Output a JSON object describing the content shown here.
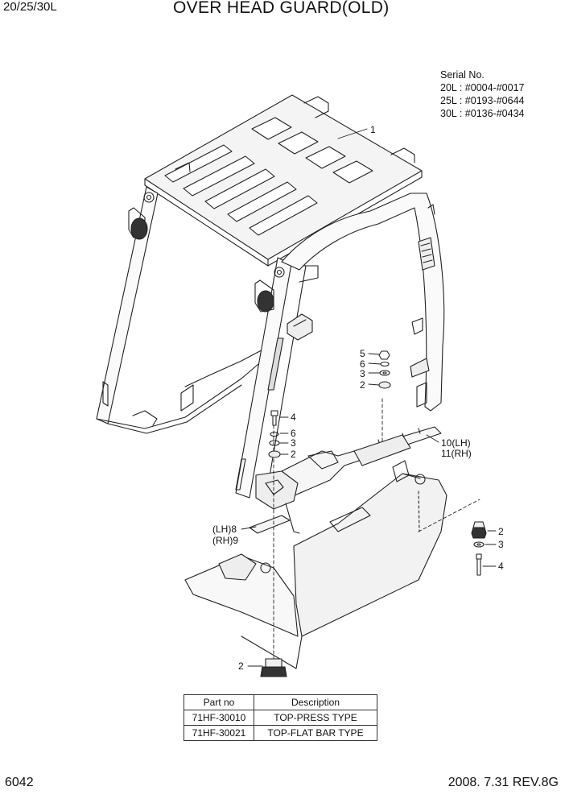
{
  "header": {
    "model": "20/25/30L",
    "title": "OVER HEAD GUARD(OLD)"
  },
  "serial": {
    "heading": "Serial No.",
    "ranges": [
      "20L : #0004-#0017",
      "25L : #0193-#0644",
      "30L : #0136-#0434"
    ]
  },
  "callouts": {
    "c1": "1",
    "c5": "5",
    "c6a": "6",
    "c3a": "3",
    "c2a": "2",
    "c4a": "4",
    "c6b": "6",
    "c3b": "3",
    "c2b": "2",
    "c10": "10(LH)",
    "c11": "11(RH)",
    "c8": "(LH)8",
    "c9": "(RH)9",
    "c2c": "2",
    "c3c": "3",
    "c4c": "4",
    "c2d": "2"
  },
  "parts_table": {
    "headers": [
      "Part no",
      "Description"
    ],
    "rows": [
      [
        "71HF-30010",
        "TOP-PRESS TYPE"
      ],
      [
        "71HF-30021",
        "TOP-FLAT BAR TYPE"
      ]
    ]
  },
  "footer": {
    "page_number": "6042",
    "revision": "2008. 7.31  REV.8G"
  }
}
